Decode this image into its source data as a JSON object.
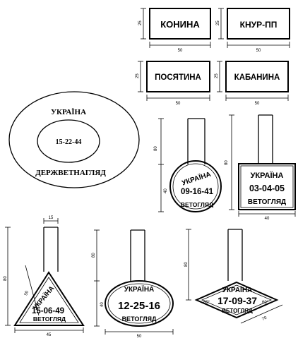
{
  "labels": {
    "konyna": "КОНИНА",
    "knur": "КНУР-ПП",
    "posiatyna": "ПОСЯТИНА",
    "kabanyna": "КАБАНИНА"
  },
  "oval_stamp": {
    "top": "УКРАЇНА",
    "number": "15-22-44",
    "bottom": "ДЕРЖВЕТНАГЛЯД"
  },
  "round_stamp": {
    "top": "УКРАЇНА",
    "number": "09-16-41",
    "bottom": "ВЕТОГЛЯД"
  },
  "square_stamp": {
    "top": "УКРАЇНА",
    "number": "03-04-05",
    "bottom": "ВЕТОГЛЯД"
  },
  "triangle_stamp": {
    "top": "УКРАЇНА",
    "number": "15-06-49",
    "bottom": "ВЕТОГЛЯД"
  },
  "ellipse_stamp": {
    "top": "УКРАЇНА",
    "number": "12-25-16",
    "bottom": "ВЕТОГЛЯД"
  },
  "rhombus_stamp": {
    "top": "УКРАЇНА",
    "number": "17-09-37",
    "bottom": "ВЕТОГЛЯД"
  },
  "dimensions": {
    "d25": "25",
    "d50": "50",
    "d80": "80",
    "d40": "40",
    "d15": "15",
    "d45": "45",
    "d70": "70",
    "a80": "80°",
    "a60": "60°"
  }
}
